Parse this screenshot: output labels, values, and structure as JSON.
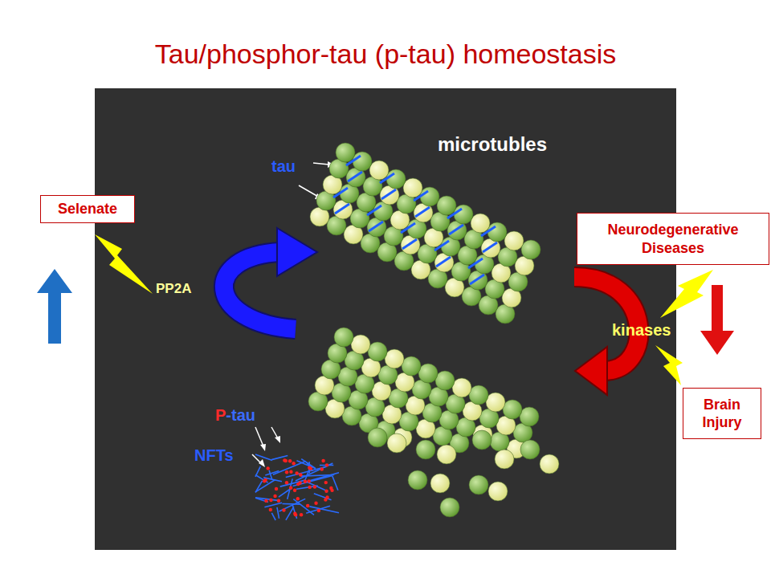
{
  "diagram": {
    "title": "Tau/phosphor-tau (p-tau) homeostasis",
    "nodes": [
      {
        "text": [
          "Selenate"
        ]
      },
      {
        "text": [
          "Neurodegenerative Diseases"
        ]
      },
      {
        "text": [
          "Brain Injury"
        ]
      }
    ],
    "labels": [
      "microtubles",
      "tau",
      "PP2A",
      "kinases",
      "P-tau",
      "NFTs"
    ]
  }
}
